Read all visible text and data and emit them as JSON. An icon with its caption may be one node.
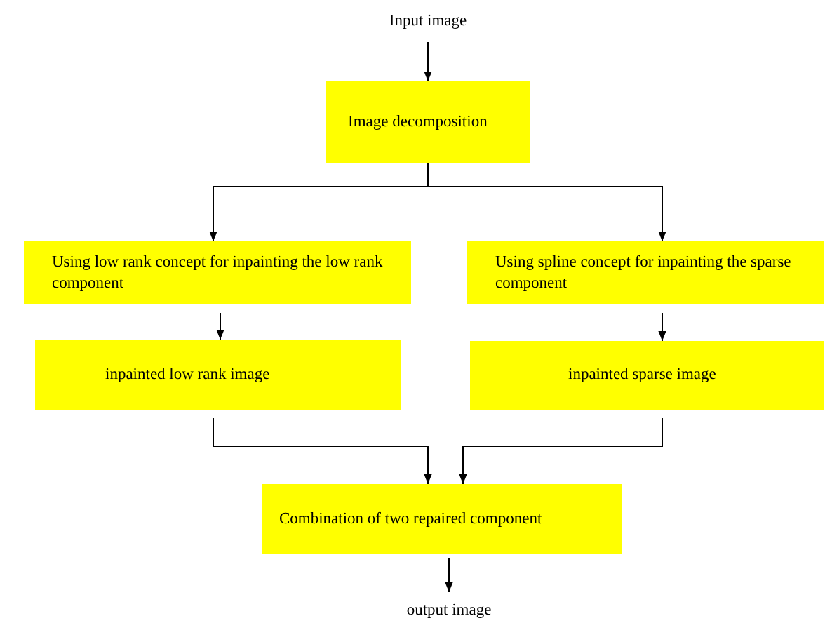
{
  "diagram": {
    "nodes": [
      {
        "text": [
          "Input image"
        ]
      },
      {
        "text": [
          "Image decomposition"
        ]
      },
      {
        "text": [
          "Using low rank concept for inpainting the low rank component"
        ]
      },
      {
        "text": [
          "Using spline concept for inpainting the sparse component"
        ]
      },
      {
        "text": [
          "inpainted low rank image"
        ]
      },
      {
        "text": [
          "inpainted sparse image"
        ]
      },
      {
        "text": [
          "Combination of two repaired component"
        ]
      },
      {
        "text": [
          "output image"
        ]
      }
    ],
    "edges": [
      {
        "from": 0,
        "to": 1,
        "arrow": "to"
      },
      {
        "from": 1,
        "to": 2,
        "arrow": "to"
      },
      {
        "from": 1,
        "to": 3,
        "arrow": "to"
      },
      {
        "from": 2,
        "to": 4,
        "arrow": "to"
      },
      {
        "from": 3,
        "to": 5,
        "arrow": "to"
      },
      {
        "from": 4,
        "to": 6,
        "arrow": "to"
      },
      {
        "from": 5,
        "to": 6,
        "arrow": "to"
      },
      {
        "from": 6,
        "to": 7,
        "arrow": "to"
      }
    ]
  }
}
